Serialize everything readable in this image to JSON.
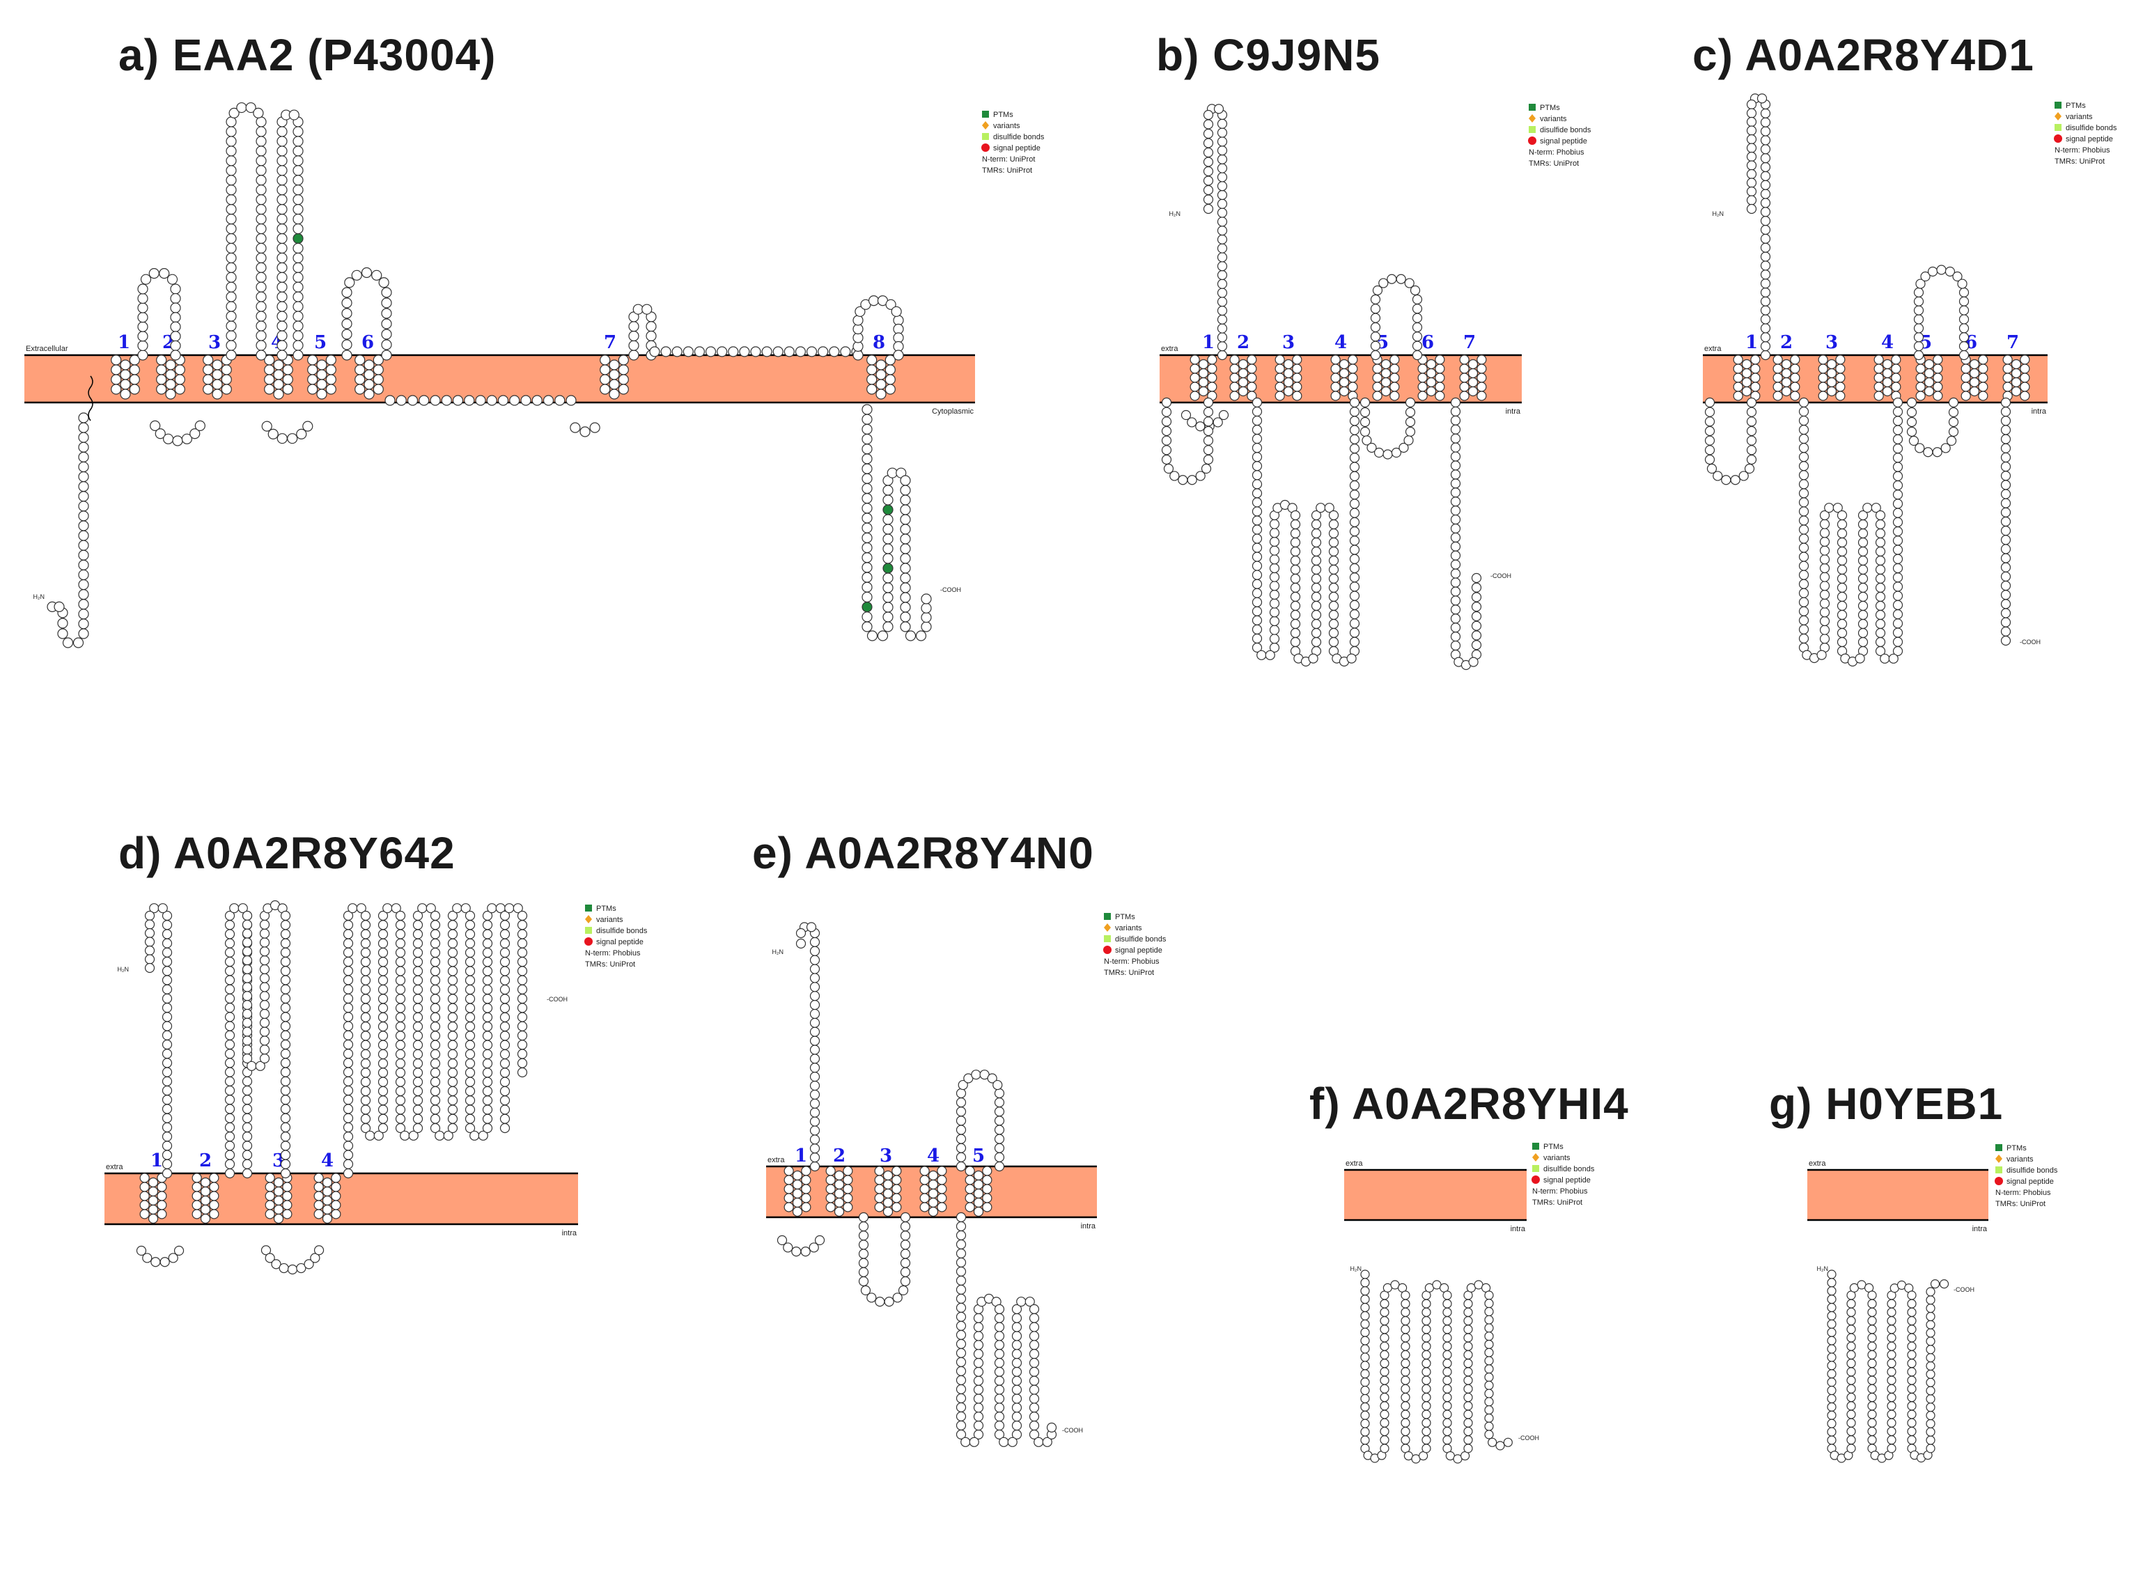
{
  "colors": {
    "membrane": "#FFA07A",
    "membrane_edge": "#000000",
    "residue_stroke": "#333333",
    "ptm": "#1f8a3b",
    "variant": "#f0a020",
    "disulfide": "#b8f060",
    "signal": "#e8141e",
    "tm_number": "#1a1ae6"
  },
  "legend": {
    "ptms": "PTMs",
    "variants": "variants",
    "disulfide": "disulfide bonds",
    "signal": "signal peptide",
    "nterm_uniprot": "N-term: UniProt",
    "nterm_phobius": "N-term: Phobius",
    "tmrs": "TMRs: UniProt"
  },
  "terms": {
    "n": "H₂N",
    "c": "-COOH"
  },
  "panels": [
    {
      "id": "a",
      "title": "a) EAA2 (P43004)",
      "extra": "Extracellular",
      "intra": "Cytoplasmic",
      "nterm_key": "nterm_uniprot",
      "tms": [
        "1",
        "2",
        "3",
        "4",
        "5",
        "6",
        "7",
        "8"
      ],
      "cterm": true,
      "nterm": true
    },
    {
      "id": "b",
      "title": "b) C9J9N5",
      "extra": "extra",
      "intra": "intra",
      "nterm_key": "nterm_phobius",
      "tms": [
        "1",
        "2",
        "3",
        "4",
        "5",
        "6",
        "7"
      ],
      "cterm": true,
      "nterm": true
    },
    {
      "id": "c",
      "title": "c) A0A2R8Y4D1",
      "extra": "extra",
      "intra": "intra",
      "nterm_key": "nterm_phobius",
      "tms": [
        "1",
        "2",
        "3",
        "4",
        "5",
        "6",
        "7"
      ],
      "cterm": true,
      "nterm": true
    },
    {
      "id": "d",
      "title": "d) A0A2R8Y642",
      "extra": "extra",
      "intra": "intra",
      "nterm_key": "nterm_phobius",
      "tms": [
        "1",
        "2",
        "3",
        "4"
      ],
      "cterm": true,
      "nterm": true
    },
    {
      "id": "e",
      "title": "e) A0A2R8Y4N0",
      "extra": "extra",
      "intra": "intra",
      "nterm_key": "nterm_phobius",
      "tms": [
        "1",
        "2",
        "3",
        "4",
        "5"
      ],
      "cterm": true,
      "nterm": true
    },
    {
      "id": "f",
      "title": "f) A0A2R8YHI4",
      "extra": "extra",
      "intra": "intra",
      "nterm_key": "nterm_phobius",
      "tms": [],
      "cterm": true,
      "nterm": true
    },
    {
      "id": "g",
      "title": "g) H0YEB1",
      "extra": "extra",
      "intra": "intra",
      "nterm_key": "nterm_phobius",
      "tms": [],
      "cterm": true,
      "nterm": true
    }
  ]
}
